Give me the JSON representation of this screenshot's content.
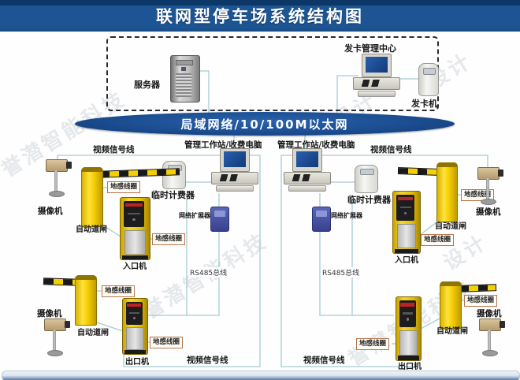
{
  "title": "联网型停车场系统结构图",
  "top_section": {
    "server_label": "服务器",
    "card_center_label": "发卡管理中心",
    "card_machine_label": "发卡机"
  },
  "network": {
    "lan_label": "局域网络/10/100M以太网"
  },
  "labels": {
    "workstation": "管理工作站/收费电脑",
    "video_signal_line": "视频信号线",
    "camera": "摄像机",
    "ground_loop": "地感线圈",
    "auto_barrier": "自动道闸",
    "temp_fee_meter": "临时计费器",
    "network_extender": "网络扩展器",
    "entrance_machine": "入口机",
    "exit_machine": "出口机",
    "rs485_bus": "RS485总线"
  },
  "watermark": {
    "line1": "誉潜智能科技",
    "line2": "设计"
  },
  "colors": {
    "title_bar": "#1d5594",
    "lan_ellipse": "#1b4d90",
    "wire": "#a7ccd4",
    "barrier_yellow": "#f4cd00",
    "loop_box_border": "#b5764a",
    "extender_blue": "#4a55a5",
    "led_red": "#c02222"
  }
}
